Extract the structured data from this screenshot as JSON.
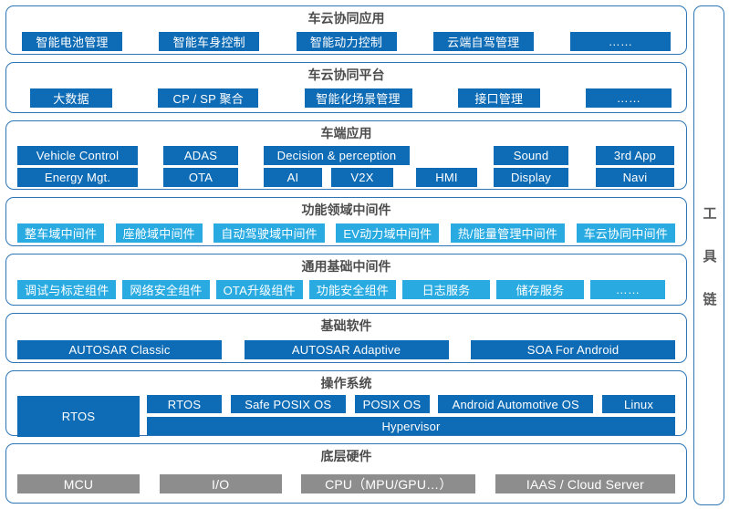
{
  "colors": {
    "primary_blue": "#0e6bb5",
    "light_blue": "#29abe2",
    "hardware_gray": "#8d8d8d",
    "panel_border_blue": "#2e75b6",
    "title_gray": "#4c4c4c"
  },
  "toolchain": {
    "label": "工具链"
  },
  "layers": [
    {
      "title": "车云协同应用",
      "items": [
        "智能电池管理",
        "智能车身控制",
        "智能动力控制",
        "云端自驾管理",
        "……"
      ]
    },
    {
      "title": "车云协同平台",
      "items": [
        "大数据",
        "CP / SP 聚合",
        "智能化场景管理",
        "接口管理",
        "……"
      ]
    },
    {
      "title": "车端应用",
      "row1": [
        "Vehicle Control",
        "ADAS",
        "Decision & perception",
        "Sound",
        "3rd App"
      ],
      "row2": [
        "Energy Mgt.",
        "OTA",
        "AI",
        "V2X",
        "HMI",
        "Display",
        "Navi"
      ]
    },
    {
      "title": "功能领域中间件",
      "items": [
        "整车域中间件",
        "座舱域中间件",
        "自动驾驶域中间件",
        "EV动力域中间件",
        "热/能量管理中间件",
        "车云协同中间件"
      ]
    },
    {
      "title": "通用基础中间件",
      "items": [
        "调试与标定组件",
        "网络安全组件",
        "OTA升级组件",
        "功能安全组件",
        "日志服务",
        "储存服务",
        "……"
      ]
    },
    {
      "title": "基础软件",
      "items": [
        "AUTOSAR  Classic",
        "AUTOSAR  Adaptive",
        "SOA  For  Android"
      ]
    },
    {
      "title": "操作系统",
      "big": "RTOS",
      "row1": [
        "RTOS",
        "Safe  POSIX  OS",
        "POSIX  OS",
        "Android  Automotive  OS",
        "Linux"
      ],
      "row2": [
        "Hypervisor"
      ]
    },
    {
      "title": "底层硬件",
      "items": [
        "MCU",
        "I/O",
        "CPU（MPU/GPU…）",
        "IAAS / Cloud Server"
      ]
    }
  ]
}
